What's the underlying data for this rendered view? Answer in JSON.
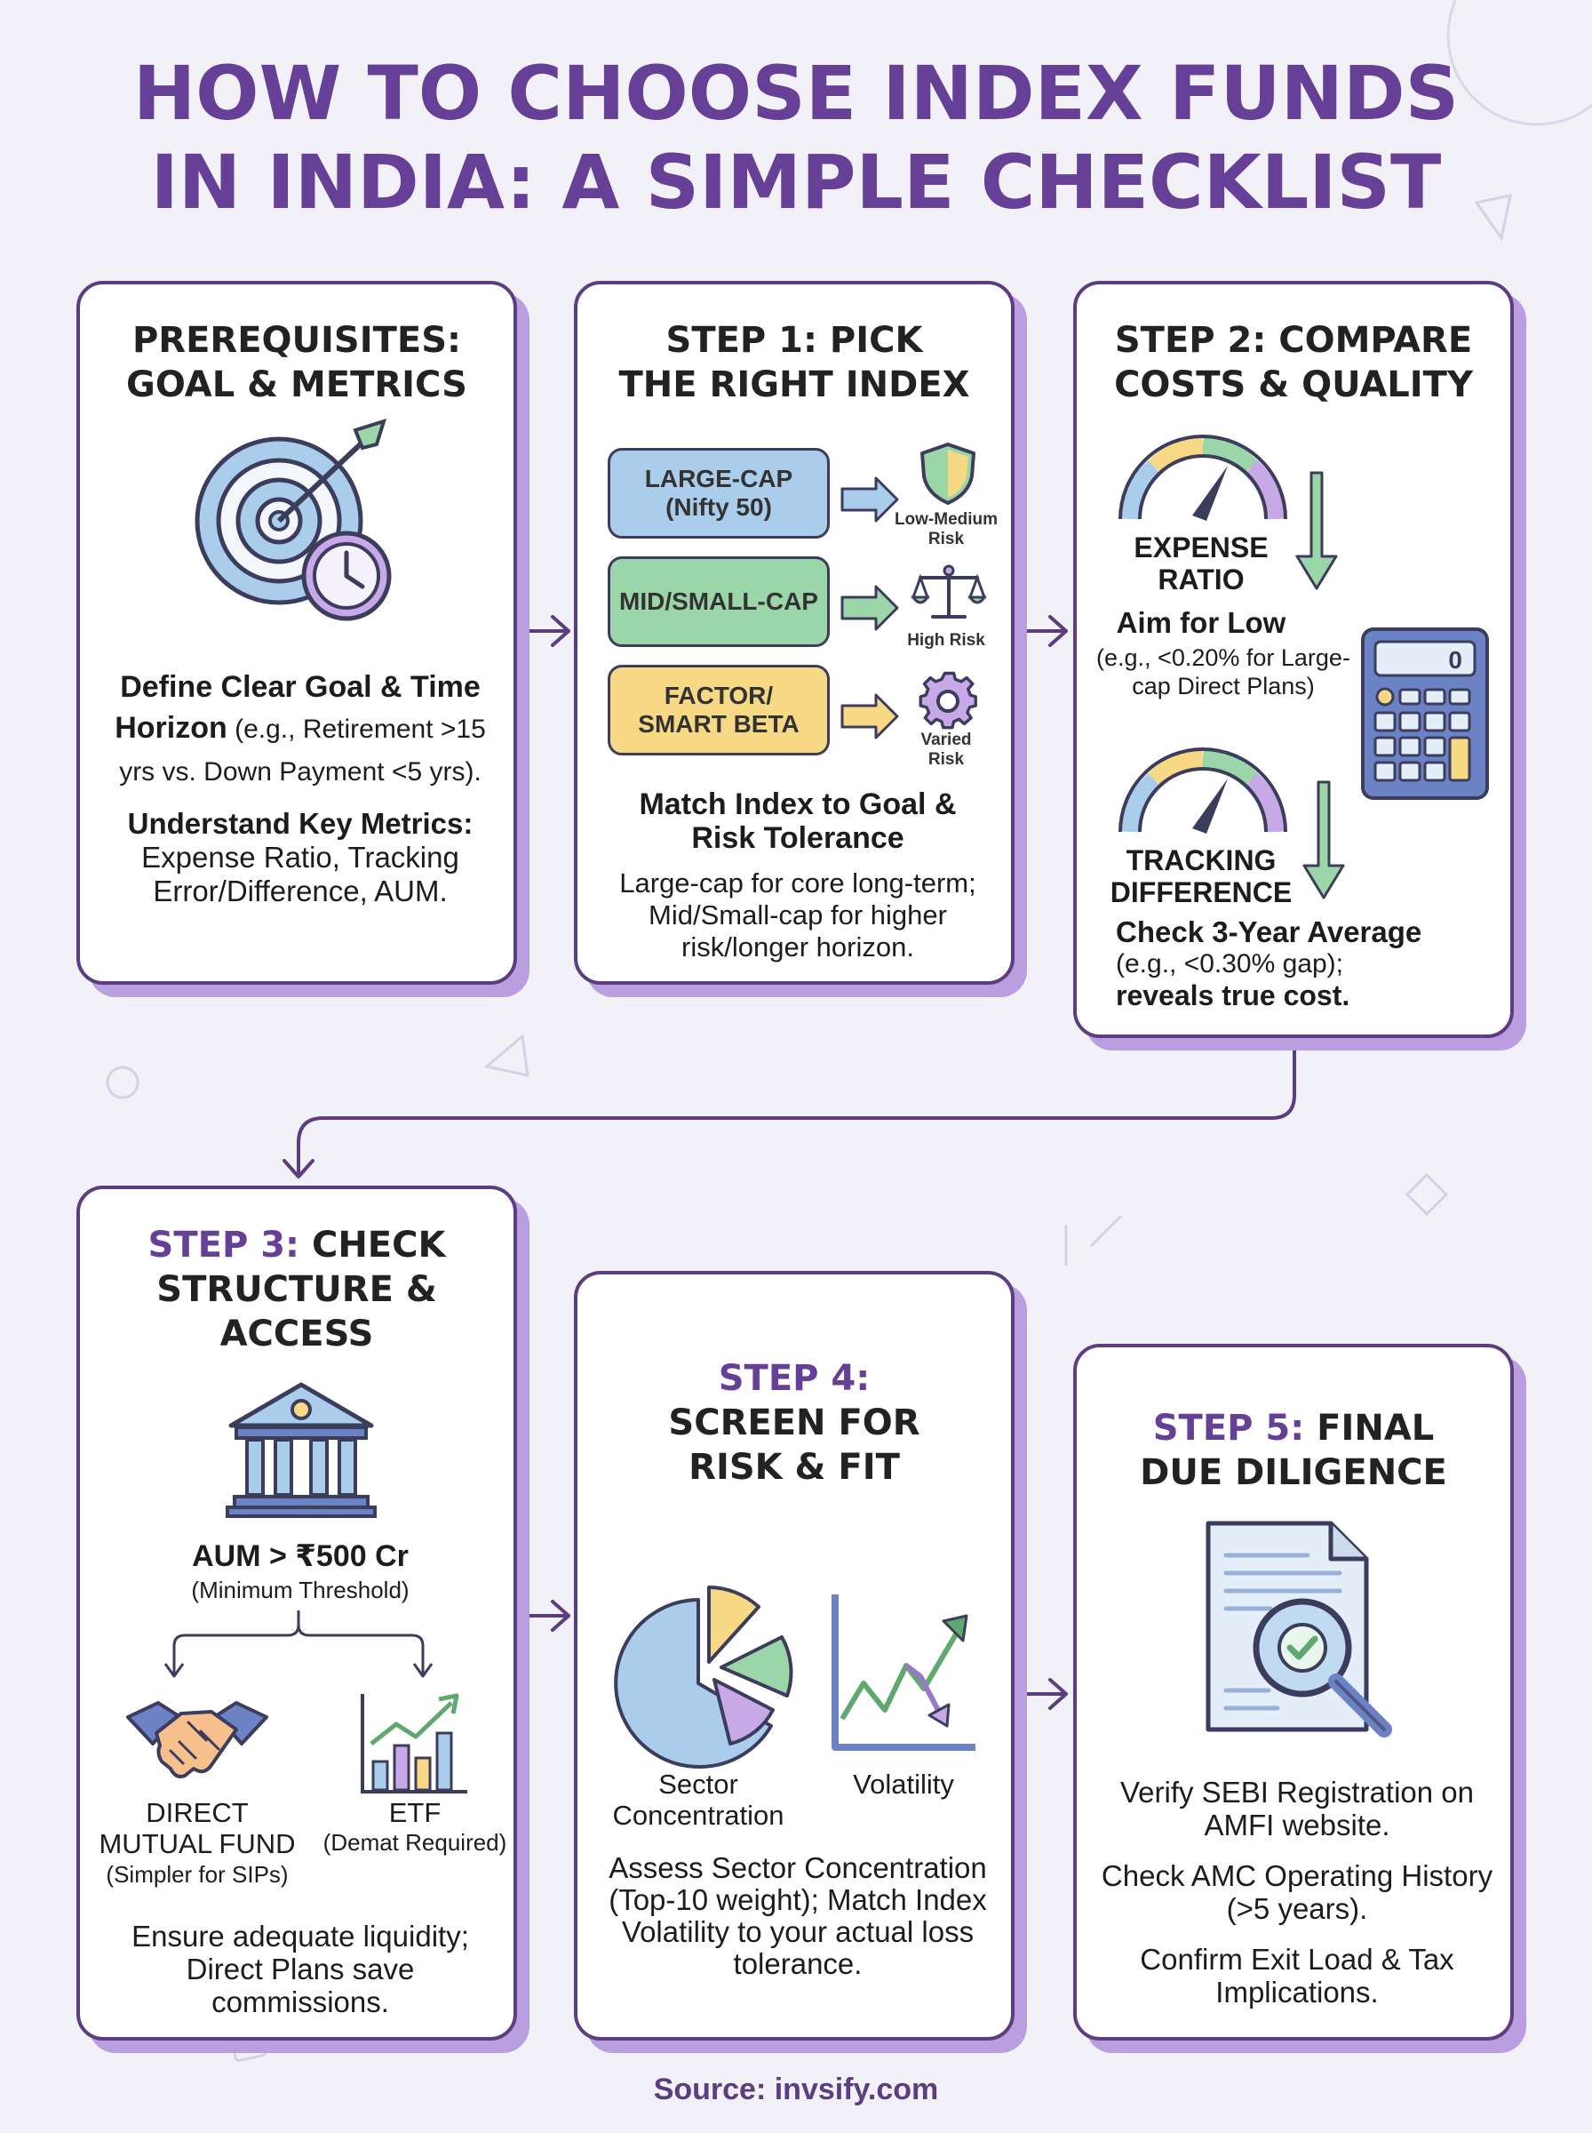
{
  "title": {
    "line1": "HOW TO CHOOSE INDEX FUNDS",
    "line2": "IN INDIA: A SIMPLE CHECKLIST"
  },
  "prereq": {
    "title1": "PREREQUISITES:",
    "title2": "GOAL & METRICS",
    "goal_bold1": "Define Clear Goal & Time",
    "goal_bold2": "Horizon",
    "goal_rest": " (e.g., Retirement >15 yrs vs. Down Payment <5 yrs).",
    "metrics_bold": "Understand Key Metrics:",
    "metrics_rest": "Expense Ratio, Tracking Error/Difference, AUM."
  },
  "step1": {
    "title1": "STEP 1: PICK",
    "title2": "THE RIGHT INDEX",
    "options": [
      {
        "label1": "LARGE-CAP",
        "label2": "(Nifty 50)",
        "risk1": "Low-Medium",
        "risk2": "Risk",
        "color": "#a9cdea"
      },
      {
        "label1": "MID/SMALL-CAP",
        "label2": "",
        "risk1": "High Risk",
        "risk2": "",
        "color": "#9bd6a9"
      },
      {
        "label1": "FACTOR/",
        "label2": "SMART BETA",
        "risk1": "Varied",
        "risk2": "Risk",
        "color": "#f7d985"
      }
    ],
    "heading1": "Match Index to Goal &",
    "heading2": "Risk Tolerance",
    "desc": "Large-cap for core long-term; Mid/Small-cap for higher risk/longer horizon."
  },
  "step2": {
    "title1": "STEP 2: COMPARE",
    "title2": "COSTS & QUALITY",
    "expense_label1": "EXPENSE",
    "expense_label2": "RATIO",
    "expense_heading": "Aim for Low",
    "expense_desc": "(e.g., <0.20% for Large-cap Direct Plans)",
    "calc_display": "0",
    "tracking_label1": "TRACKING",
    "tracking_label2": "DIFFERENCE",
    "tracking_heading": "Check 3-Year Average",
    "tracking_desc1": "(e.g., <0.30% gap);",
    "tracking_desc2": "reveals true cost."
  },
  "step3": {
    "title_hl": "STEP 3:",
    "title1_rest": " CHECK",
    "title2": "STRUCTURE &",
    "title3": "ACCESS",
    "aum": "AUM > ₹500 Cr",
    "aum_note": "(Minimum Threshold)",
    "option1_label1": "DIRECT",
    "option1_label2": "MUTUAL FUND",
    "option1_note": "(Simpler for SIPs)",
    "option2_label": "ETF",
    "option2_note": "(Demat Required)",
    "desc": "Ensure adequate liquidity; Direct Plans save commissions."
  },
  "step4": {
    "title_hl": "STEP 4:",
    "title2": "SCREEN FOR",
    "title3": "RISK & FIT",
    "pie_label1": "Sector",
    "pie_label2": "Concentration",
    "vol_label": "Volatility",
    "desc": "Assess Sector Concentration (Top-10 weight); Match Index Volatility to your actual loss tolerance."
  },
  "step5": {
    "title_hl": "STEP 5:",
    "title1_rest": " FINAL",
    "title2": "DUE DILIGENCE",
    "item1": "Verify SEBI Registration on AMFI website.",
    "item2": "Check AMC Operating History (>5 years).",
    "item3": "Confirm Exit Load & Tax Implications."
  },
  "source": "Source: invsify.com",
  "colors": {
    "title": "#663f96",
    "border": "#5b3d80",
    "shadow": "#b99ee0",
    "blue": "#a9cdea",
    "green": "#9bd6a9",
    "yellow": "#f7d985",
    "purple": "#c6a9e6"
  }
}
